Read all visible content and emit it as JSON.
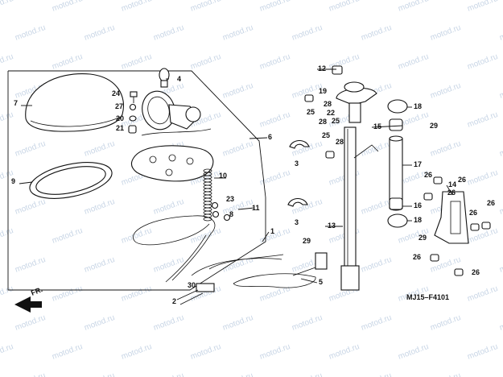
{
  "diagram": {
    "code": "MJ15–F4101",
    "direction_label": "FR.",
    "watermark": "motod.ru",
    "labels": [
      "1",
      "2",
      "3",
      "3",
      "4",
      "5",
      "6",
      "7",
      "8",
      "9",
      "10",
      "11",
      "12",
      "13",
      "14",
      "15",
      "16",
      "17",
      "18",
      "18",
      "19",
      "20",
      "21",
      "22",
      "23",
      "24",
      "25",
      "25",
      "25",
      "26",
      "26",
      "26",
      "26",
      "26",
      "26",
      "26",
      "27",
      "28",
      "28",
      "28",
      "29",
      "29",
      "29",
      "30"
    ]
  }
}
